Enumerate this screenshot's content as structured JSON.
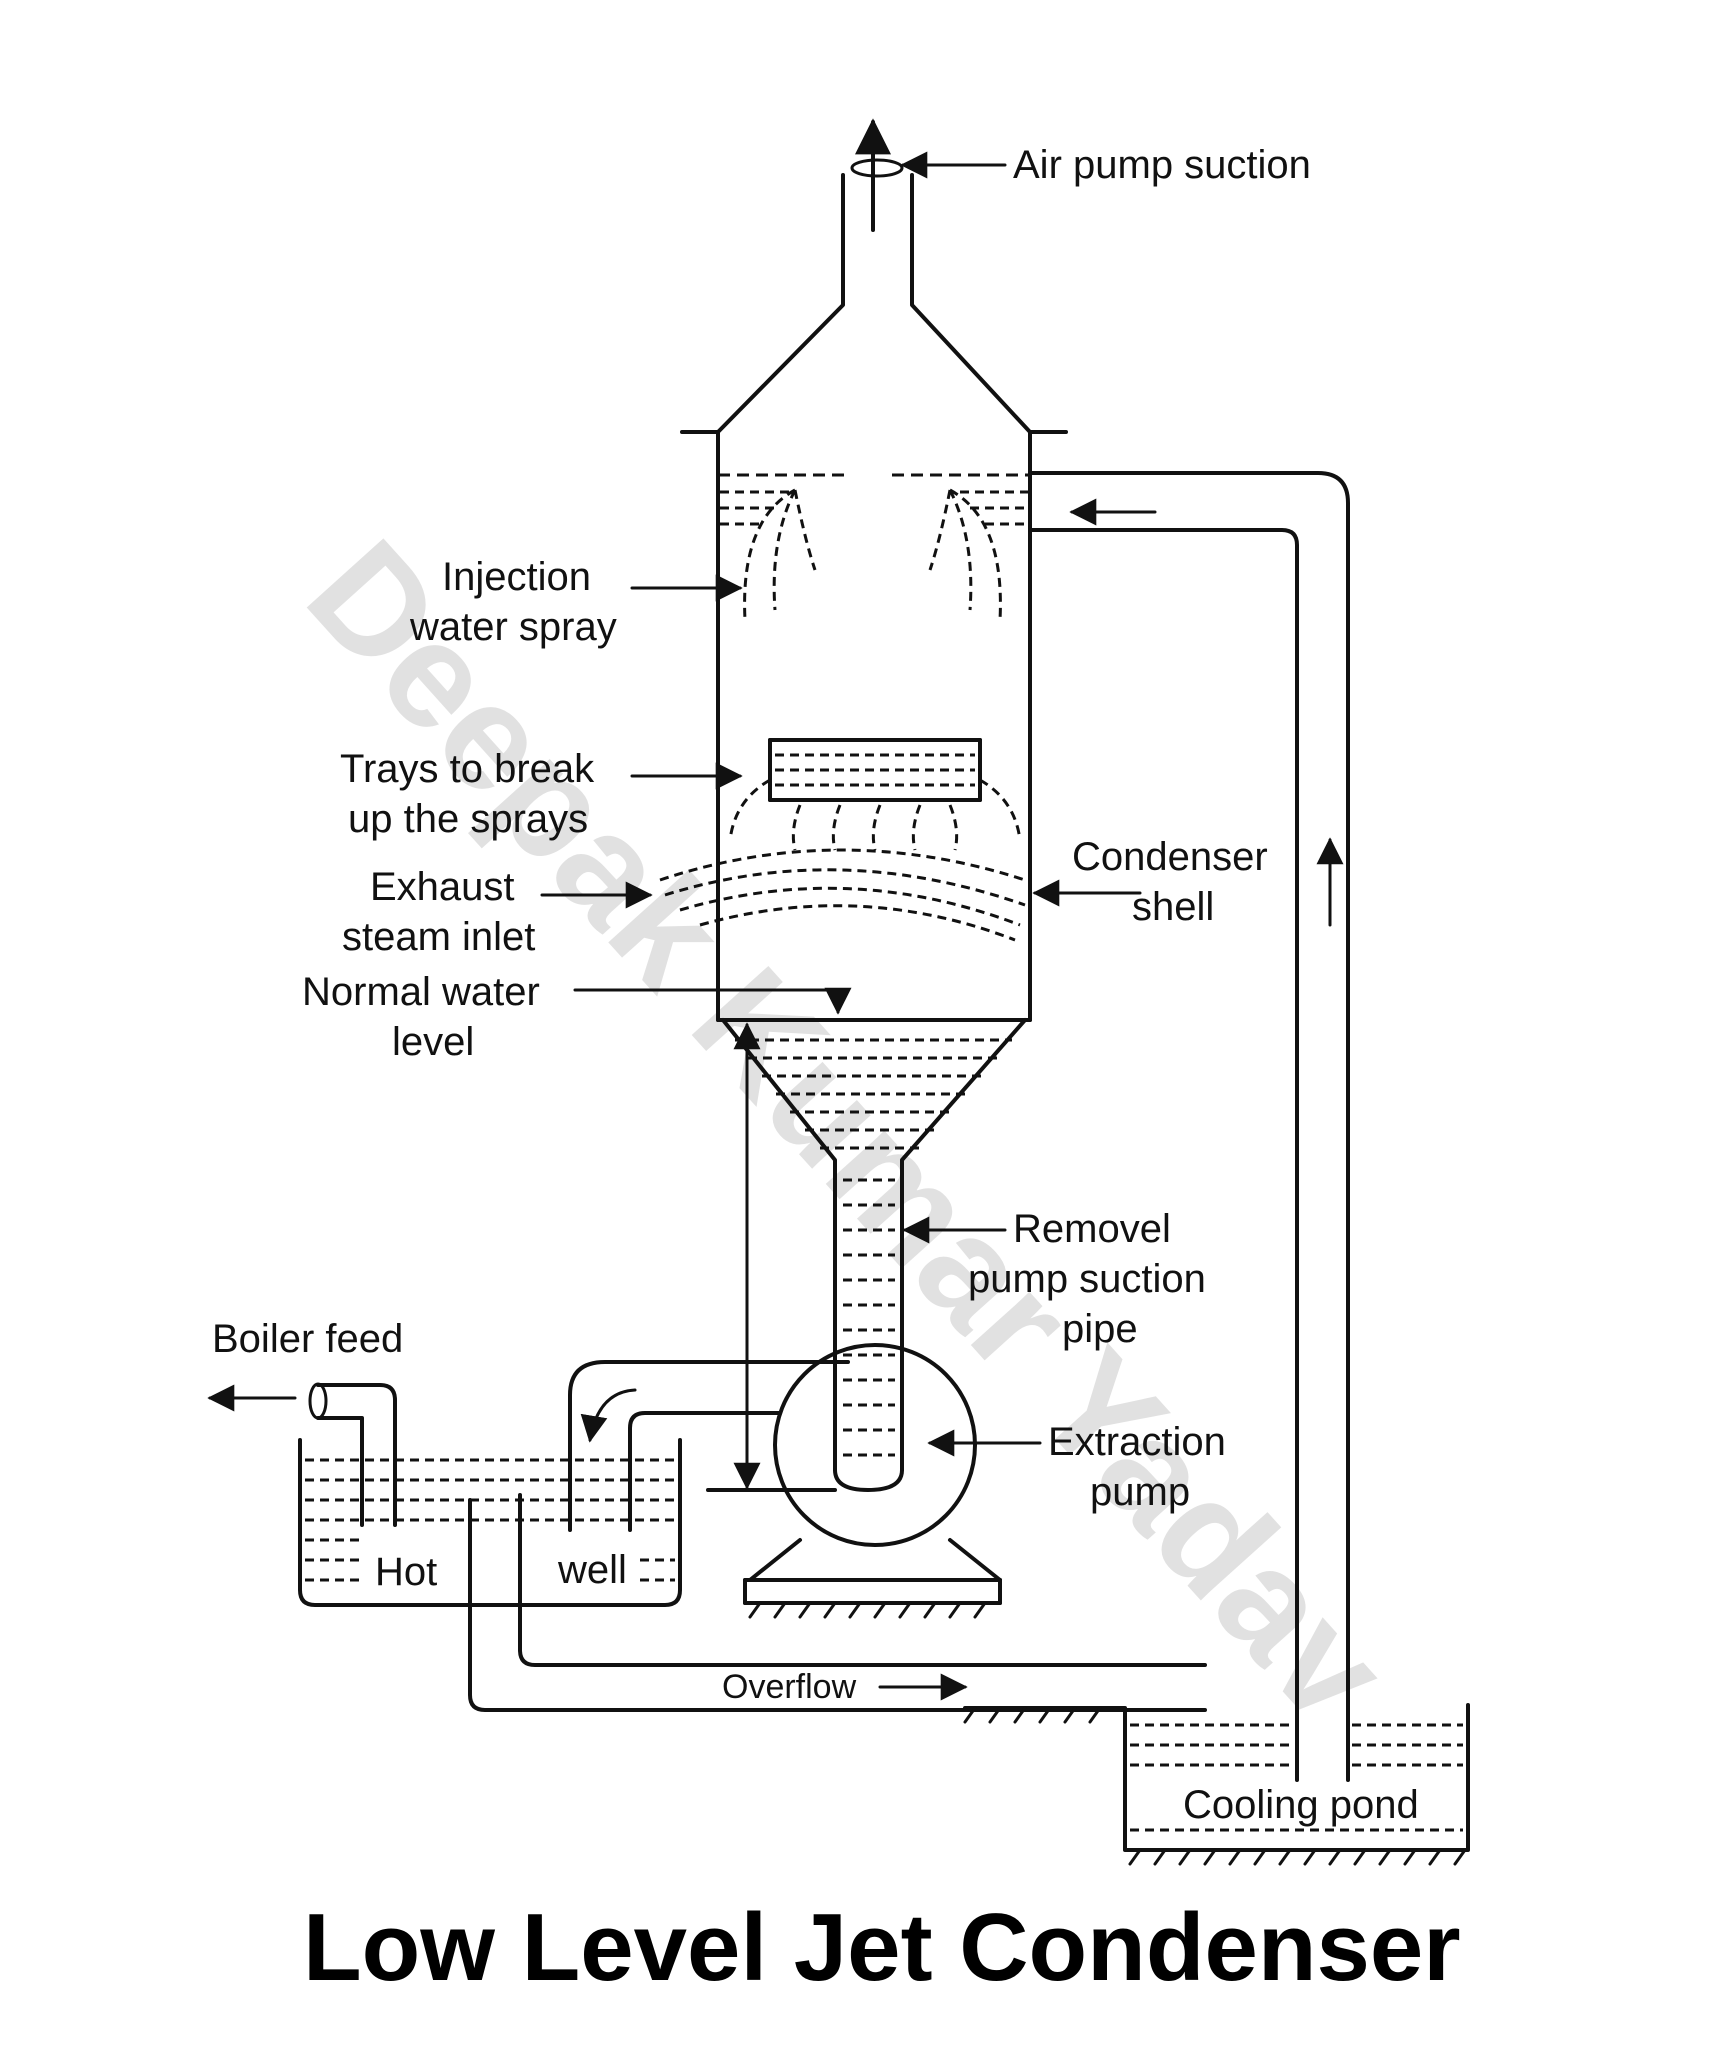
{
  "diagram": {
    "title": "Low Level Jet Condenser",
    "watermark": "Deepak Kumar Yadav",
    "labels": {
      "air_pump_suction": "Air pump suction",
      "injection_line1": "Injection",
      "injection_line2": "water spray",
      "trays_line1": "Trays to break",
      "trays_line2": "up the sprays",
      "exhaust_line1": "Exhaust",
      "exhaust_line2": "steam inlet",
      "normal_line1": "Normal water",
      "normal_line2": "level",
      "condenser_line1": "Condenser",
      "condenser_line2": "shell",
      "removel_line1": "Removel",
      "removel_line2": "pump suction",
      "removel_line3": "pipe",
      "boiler_feed": "Boiler feed",
      "extraction_line1": "Extraction",
      "extraction_line2": "pump",
      "hot": "Hot",
      "well": "well",
      "overflow": "Overflow",
      "cooling_pond": "Cooling pond"
    }
  }
}
